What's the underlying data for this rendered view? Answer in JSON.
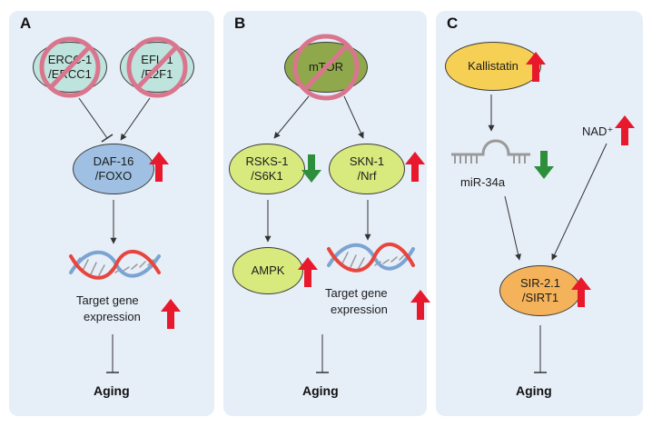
{
  "colors": {
    "panel_bg": "#e6eef8",
    "teal_node": "#bfe3dd",
    "blue_node": "#9fc0e2",
    "green_node": "#d8ea7e",
    "olive_node": "#8fa84b",
    "yellow_node": "#f6cf55",
    "orange_node": "#f4b35a",
    "inhibit_ring": "#d9768e",
    "up_arrow": "#e8192c",
    "down_arrow": "#2d8f3c"
  },
  "panel_a": {
    "label": "A",
    "ercc1": "ERCC-1 /ERCC1",
    "efl1": "EFL-1 /E2F1",
    "daf16": "DAF-16 /FOXO",
    "target_gene": "Target gene",
    "expression": "expression",
    "aging": "Aging"
  },
  "panel_b": {
    "label": "B",
    "mtor": "mTOR",
    "rsks1": "RSKS-1 /S6K1",
    "skn1": "SKN-1 /Nrf",
    "ampk": "AMPK",
    "target_gene": "Target gene",
    "expression": "expression",
    "aging": "Aging"
  },
  "panel_c": {
    "label": "C",
    "kallistatin": "Kallistatin",
    "mir34a": "miR-34a",
    "nad": "NAD⁺",
    "sir21": "SIR-2.1 /SIRT1",
    "aging": "Aging"
  }
}
